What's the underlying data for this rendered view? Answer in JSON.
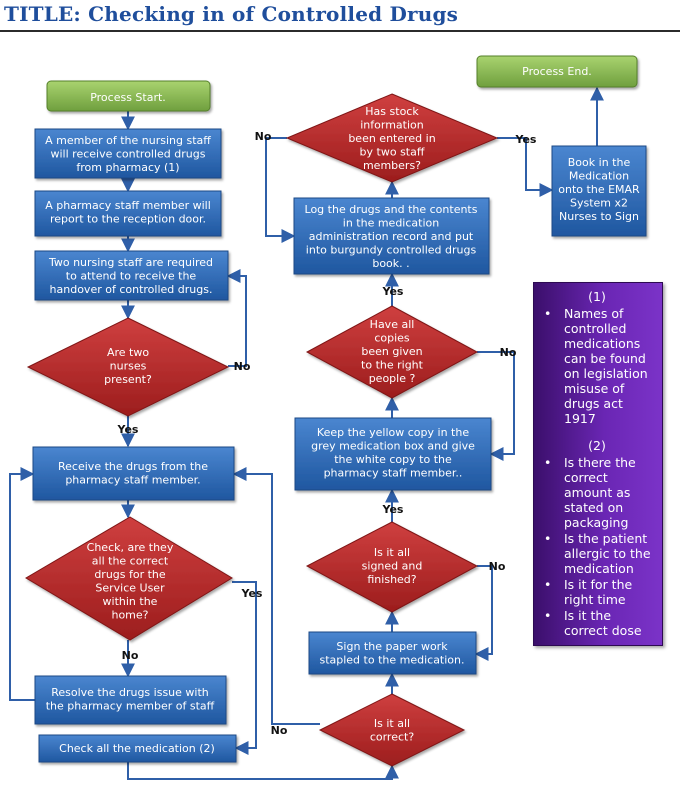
{
  "title": "TITLE:  Checking in of Controlled Drugs",
  "colors": {
    "start_end": "#8fc05a",
    "process": "#2f6cb8",
    "decision": "#b62a2a",
    "notes_panel": "#6a26b4",
    "title": "#1f4e9c"
  },
  "nodes": {
    "start": [
      "Process Start."
    ],
    "receive_drugs": [
      "A member of the nursing staff",
      "will receive controlled drugs",
      "from pharmacy (1)"
    ],
    "pharmacy_report": [
      "A pharmacy staff member will",
      "report to the reception door."
    ],
    "two_nursing": [
      "Two nursing staff are required",
      "to attend to receive the",
      "handover of controlled drugs."
    ],
    "two_nurses_q": [
      "Are two",
      "nurses",
      "present?"
    ],
    "receive_from_pharmacy": [
      "Receive the drugs from the",
      "pharmacy staff member."
    ],
    "check_correct_q": [
      "Check, are they",
      "all the correct",
      "drugs for the",
      "Service User",
      "within the",
      "home?"
    ],
    "resolve_issue": [
      "Resolve the drugs issue  with",
      "the pharmacy member of staff"
    ],
    "check_all_meds": [
      "Check all the medication (2)"
    ],
    "is_correct_q": [
      "Is it all",
      "correct?"
    ],
    "sign_paperwork": [
      "Sign the paper work",
      "stapled to the medication."
    ],
    "signed_finished_q": [
      "Is it all",
      "signed and",
      "finished?"
    ],
    "keep_yellow": [
      "Keep the yellow copy in the",
      "grey medication box and give",
      "the white copy to the",
      "pharmacy staff member.."
    ],
    "copies_given_q": [
      "Have all",
      "copies",
      "been given",
      "to the right",
      "people ?"
    ],
    "log_drugs": [
      "Log the drugs and the contents",
      "in the medication",
      "administration record and put",
      "into burgundy controlled drugs",
      "book. ."
    ],
    "stock_entered_q": [
      "Has stock",
      "information",
      "been entered in",
      "by two staff",
      "members?"
    ],
    "book_in": [
      "Book in the",
      "Medication",
      "onto the EMAR",
      "System x2",
      "Nurses to Sign"
    ],
    "end": [
      "Process End."
    ]
  },
  "edge_labels": {
    "two_nurses_no": "No",
    "two_nurses_yes": "Yes",
    "check_correct_yes": "Yes",
    "check_correct_no": "No",
    "is_correct_no": "No",
    "signed_no": "No",
    "signed_yes": "Yes",
    "copies_no": "No",
    "copies_yes": "Yes",
    "stock_no": "No",
    "stock_yes": "Yes"
  },
  "notes": {
    "section1_header": "(1)",
    "section1_items": [
      "Names of controlled medications can be found on legislation misuse of drugs act 1917"
    ],
    "section2_header": "(2)",
    "section2_items": [
      "Is there the correct amount as stated on packaging",
      "Is the patient allergic to the medication",
      "Is it  for the right time",
      "Is it the correct dose"
    ]
  }
}
